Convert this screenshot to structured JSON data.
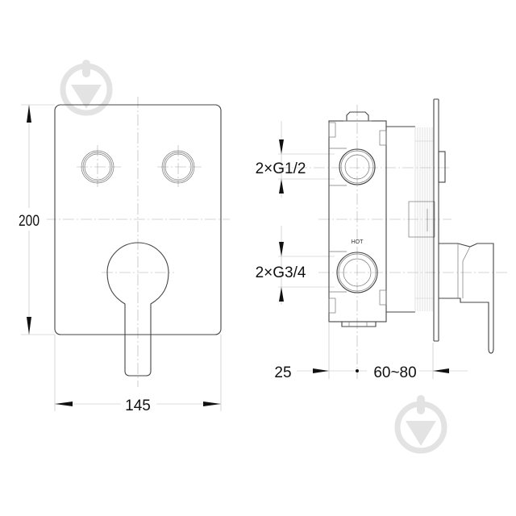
{
  "front_view": {
    "height_label": "200",
    "width_label": "145"
  },
  "side_view": {
    "outlet_small_label": "2×G1/2",
    "outlet_large_label": "2×G3/4",
    "hot_label": "HOT",
    "depth_front_label": "25",
    "depth_range_label": "60~80"
  },
  "colors": {
    "line": "#444444",
    "text": "#111111",
    "watermark": "#e3e3e3",
    "centerline": "#aaaaaa"
  },
  "watermark": {
    "icon": "download-arrow-circle-icon",
    "count": 2
  }
}
